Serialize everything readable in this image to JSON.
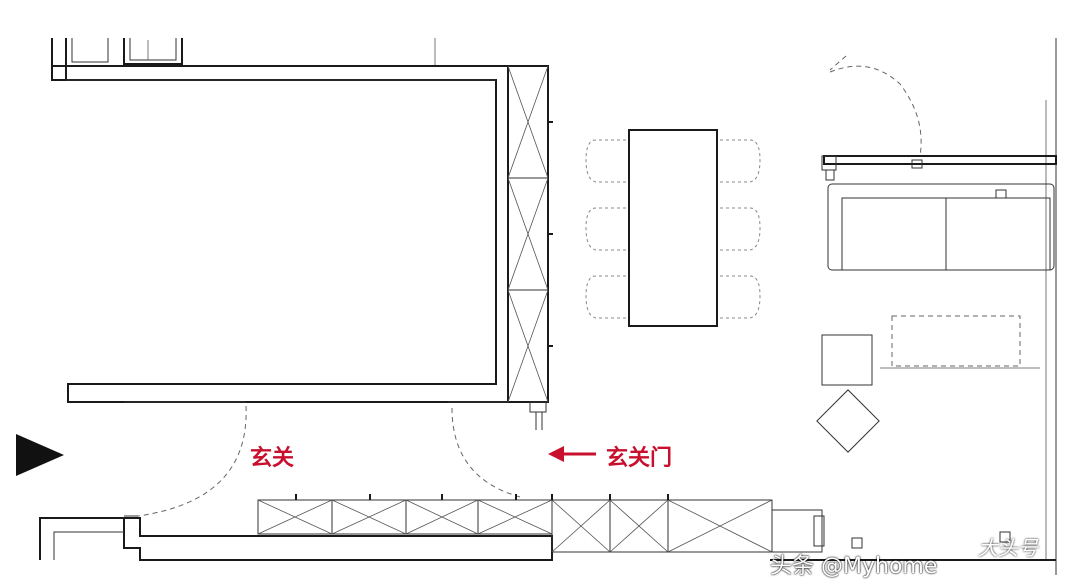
{
  "labels": {
    "foyer": "玄关",
    "foyer_door": "玄关门"
  },
  "watermark": {
    "text": "头条 @Myhome",
    "logo_text": "大头号"
  },
  "colors": {
    "label": "#c8102e",
    "line": "#1a1a1a"
  },
  "icons": {
    "entry_marker": "entrance-triangle-icon",
    "door_arrow": "left-arrow-icon"
  }
}
